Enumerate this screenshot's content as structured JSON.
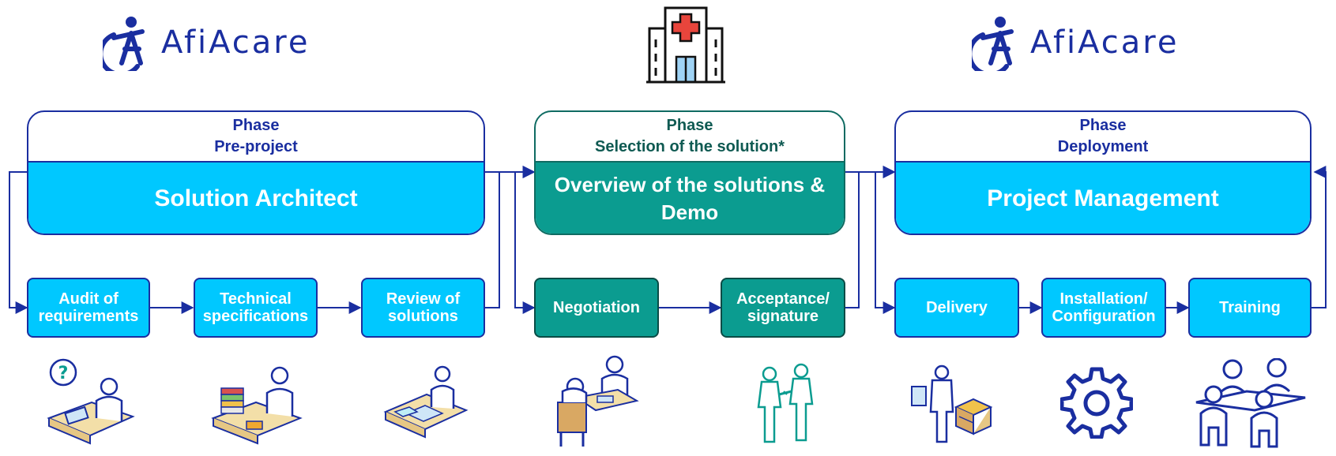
{
  "logos": [
    {
      "wordmark": "AfiAcare",
      "icon": "afiacare-person-icon"
    },
    {
      "wordmark": "AfiAcare",
      "icon": "afiacare-person-icon"
    }
  ],
  "hospital_icon": "hospital-icon",
  "phases": [
    {
      "label": "Phase",
      "name": "Pre-project",
      "title": "Solution Architect"
    },
    {
      "label": "Phase",
      "name": "Selection of the solution*",
      "title": "Overview of the solutions & Demo"
    },
    {
      "label": "Phase",
      "name": "Deployment",
      "title": "Project Management"
    }
  ],
  "steps": [
    {
      "label": "Audit of\nrequirements",
      "icon": "audit-person-icon"
    },
    {
      "label": "Technical\nspecifications",
      "icon": "documents-desk-icon"
    },
    {
      "label": "Review of\nsolutions",
      "icon": "review-desk-icon"
    },
    {
      "label": "Negotiation",
      "icon": "negotiation-meeting-icon"
    },
    {
      "label": "Acceptance/\nsignature",
      "icon": "handshake-icon"
    },
    {
      "label": "Delivery",
      "icon": "delivery-person-icon"
    },
    {
      "label": "Installation/\nConfiguration",
      "icon": "gear-icon"
    },
    {
      "label": "Training",
      "icon": "training-group-icon"
    }
  ],
  "colors": {
    "navy": "#1a2ea0",
    "cyan": "#00c8ff",
    "teal": "#0b9c90",
    "teal_dark": "#0f5a52"
  }
}
